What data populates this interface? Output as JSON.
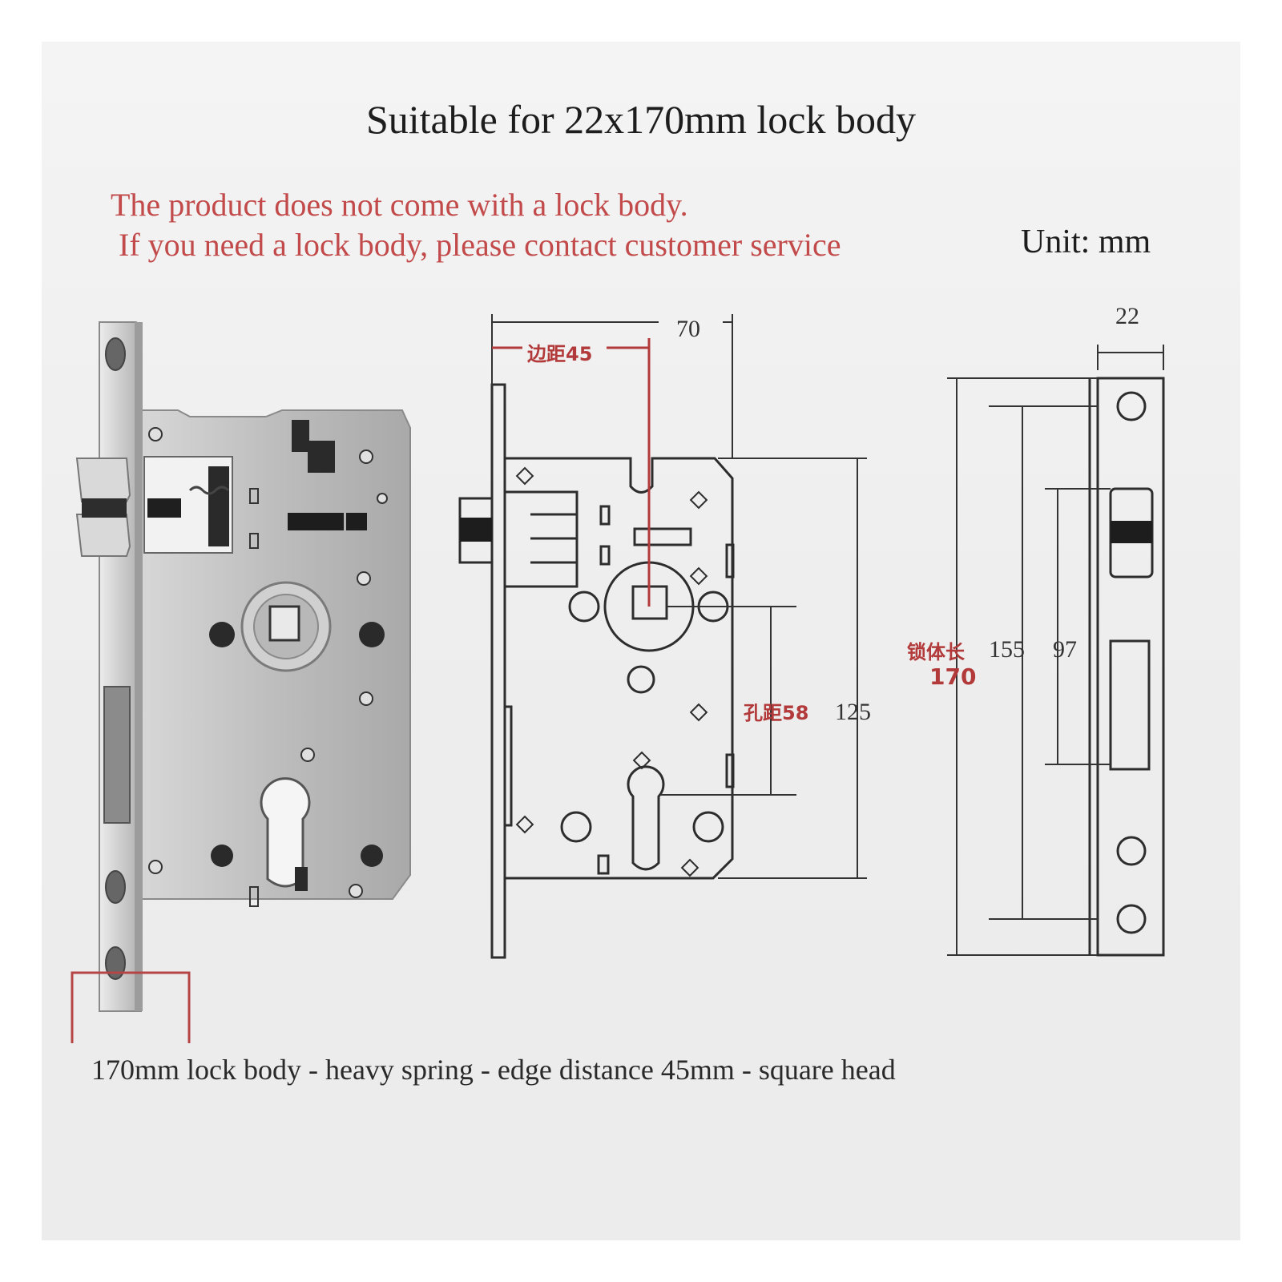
{
  "header": {
    "title": "Suitable for 22x170mm lock body",
    "notice_line1": "The product does not come with a lock body.",
    "notice_line2": " If you need a lock body, please contact customer service",
    "unit": "Unit: mm"
  },
  "diagram": {
    "width_label": "70",
    "edge_label": "边距45",
    "hole_label": "孔距58",
    "height_label": "125",
    "thickness_label": "22",
    "length_label": "锁体长",
    "length_value": "170",
    "faceplate_label_155": "155",
    "faceplate_label_97": "97"
  },
  "caption": "170mm lock body - heavy spring - edge distance 45mm - square head",
  "colors": {
    "notice": "#c24a4a",
    "dimension_red": "#b23a3a",
    "highlight_box": "#b54545",
    "metal": "#c9c9c9"
  }
}
